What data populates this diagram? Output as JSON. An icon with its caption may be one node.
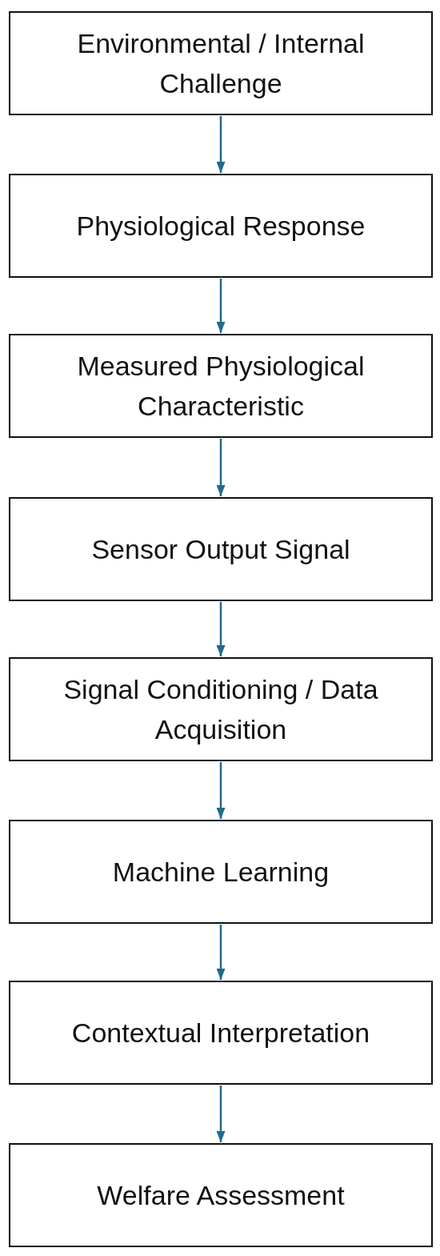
{
  "diagram": {
    "nodes": [
      {
        "text": [
          "Environmental / Internal Challenge"
        ]
      },
      {
        "text": [
          "Physiological Response"
        ]
      },
      {
        "text": [
          "Measured Physiological Characteristic"
        ]
      },
      {
        "text": [
          "Sensor Output Signal"
        ]
      },
      {
        "text": [
          "Signal Conditioning / Data Acquisition"
        ]
      },
      {
        "text": [
          "Machine Learning"
        ]
      },
      {
        "text": [
          "Contextual Interpretation"
        ]
      },
      {
        "text": [
          "Welfare Assessment"
        ]
      }
    ],
    "edges": [
      {
        "from": 0,
        "to": 1,
        "arrow": "to"
      },
      {
        "from": 1,
        "to": 2,
        "arrow": "to"
      },
      {
        "from": 2,
        "to": 3,
        "arrow": "to"
      },
      {
        "from": 3,
        "to": 4,
        "arrow": "to"
      },
      {
        "from": 4,
        "to": 5,
        "arrow": "to"
      },
      {
        "from": 5,
        "to": 6,
        "arrow": "to"
      },
      {
        "from": 6,
        "to": 7,
        "arrow": "to"
      }
    ]
  }
}
